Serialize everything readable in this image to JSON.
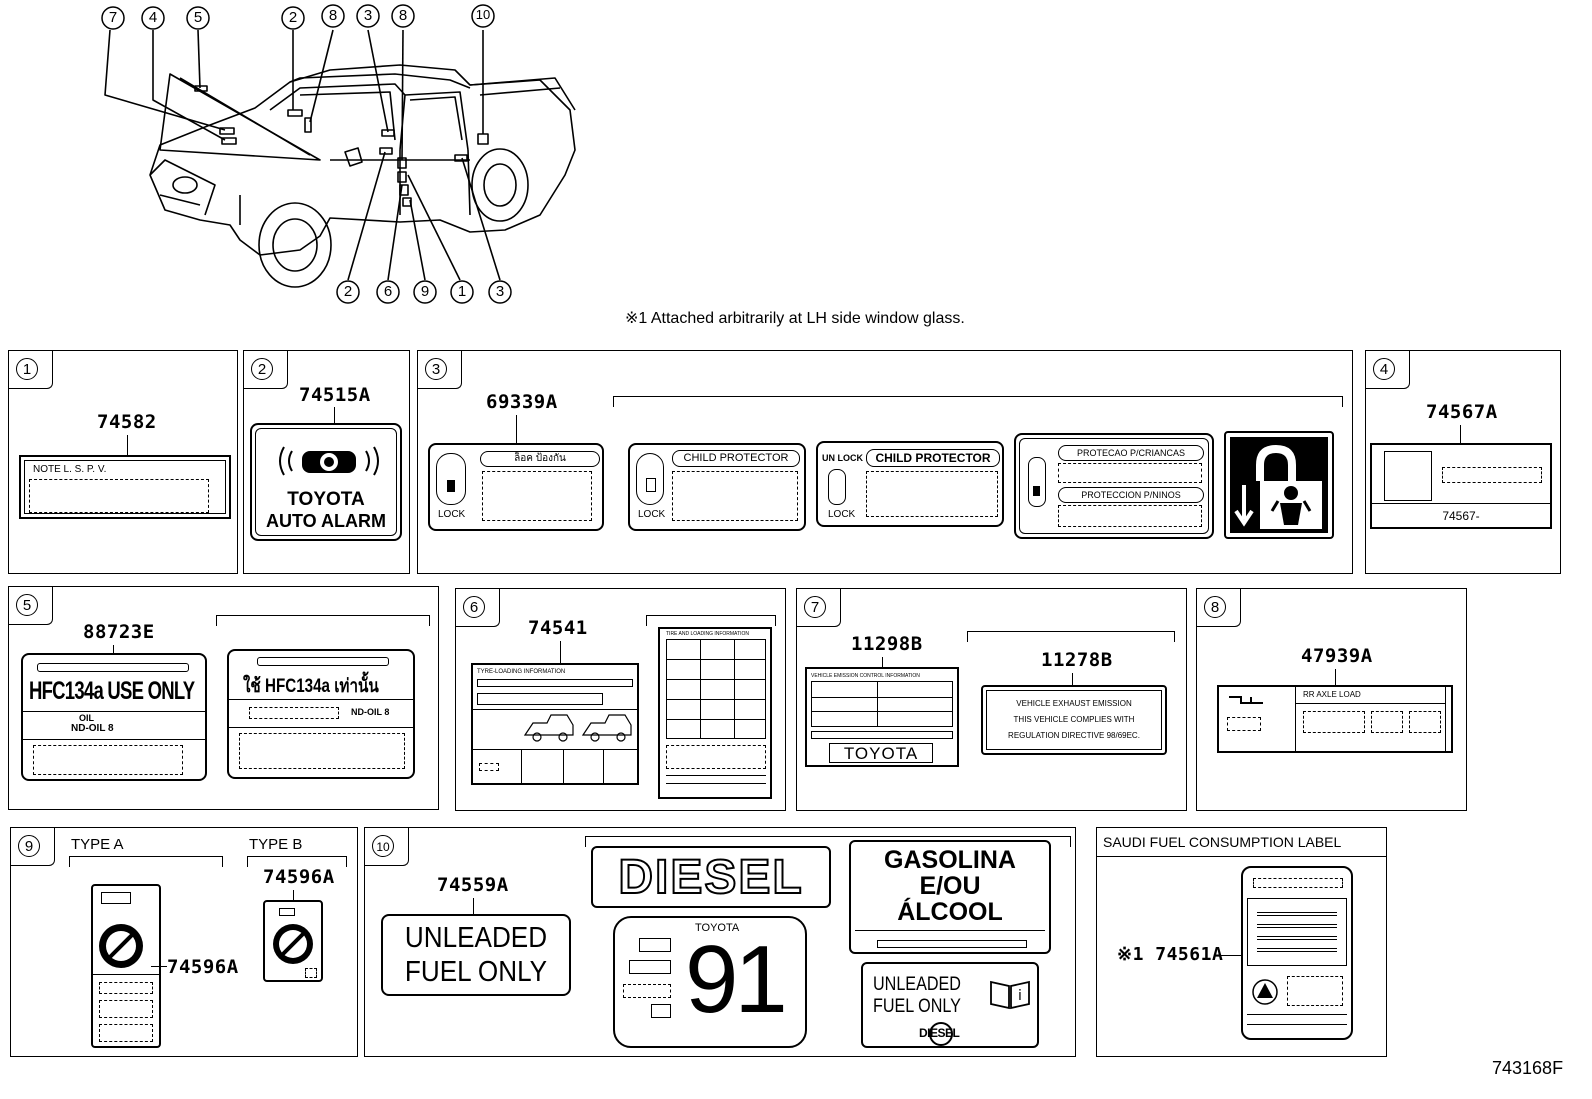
{
  "diagram": {
    "ref_code": "743168F",
    "note": "※1  Attached arbitrarily at LH side window glass.",
    "callouts_top": [
      "7",
      "4",
      "5",
      "2",
      "8",
      "3",
      "8",
      "10"
    ],
    "callouts_bottom": [
      "2",
      "6",
      "9",
      "1",
      "3"
    ]
  },
  "panels": [
    {
      "id": "1",
      "parts": [
        "74582"
      ],
      "texts": {
        "l1": "NOTE   L. S. P. V."
      }
    },
    {
      "id": "2",
      "parts": [
        "74515A"
      ],
      "texts": {
        "l1": "TOYOTA",
        "l2": "AUTO ALARM"
      }
    },
    {
      "id": "3",
      "parts": [
        "69339A"
      ],
      "texts": {
        "thai": "ล็อค ป้องกัน",
        "lock": "LOCK",
        "cp": "CHILD PROTECTOR",
        "unlock": "UN LOCK",
        "cp2": "CHILD PROTECTOR",
        "lock2": "LOCK",
        "pt": "PROTECAO P/CRIANCAS",
        "es": "PROTECCION P/NINOS",
        "lock3": "LOCK"
      }
    },
    {
      "id": "4",
      "parts": [
        "74567A"
      ],
      "texts": {
        "sub": "74567-"
      }
    },
    {
      "id": "5",
      "parts": [
        "88723E"
      ],
      "texts": {
        "hfc": "HFC134a USE ONLY",
        "oil": "OIL",
        "nd": "ND-OIL 8",
        "thaihfc": "ใช้ HFC134a เท่านั้น",
        "nd2": "ND-OIL 8"
      }
    },
    {
      "id": "6",
      "parts": [
        "74541"
      ],
      "texts": {
        "tire": "TYRE-LOADING INFORMATION",
        "tire2": "TIRE AND LOADING INFORMATION"
      }
    },
    {
      "id": "7",
      "parts": [
        "11298B",
        "11278B"
      ],
      "texts": {
        "vec": "VEHICLE EMISSION CONTROL INFORMATION",
        "toyota": "TOYOTA",
        "e1": "VEHICLE EXHAUST EMISSION",
        "e2": "THIS VEHICLE COMPLIES WITH",
        "e3": "REGULATION DIRECTIVE 98/69EC."
      }
    },
    {
      "id": "8",
      "parts": [
        "47939A"
      ],
      "texts": {
        "rr": "RR AXLE LOAD"
      }
    },
    {
      "id": "9",
      "parts": [
        "74596A",
        "74596A"
      ],
      "texts": {
        "ta": "TYPE A",
        "tb": "TYPE B"
      }
    },
    {
      "id": "10",
      "parts": [
        "74559A"
      ],
      "texts": {
        "u1": "UNLEADED",
        "u2": "FUEL ONLY",
        "diesel": "DIESEL",
        "toyota": "TOYOTA",
        "n91": "91",
        "g1": "GASOLINA",
        "g2": "E/OU",
        "g3": "ÁLCOOL",
        "uu1": "UNLEADED",
        "uu2": "FUEL ONLY",
        "dsl": "DIESEL"
      }
    },
    {
      "id": "saudi",
      "title": "SAUDI FUEL CONSUMPTION LABEL",
      "parts": [
        "※1 74561A"
      ]
    }
  ]
}
